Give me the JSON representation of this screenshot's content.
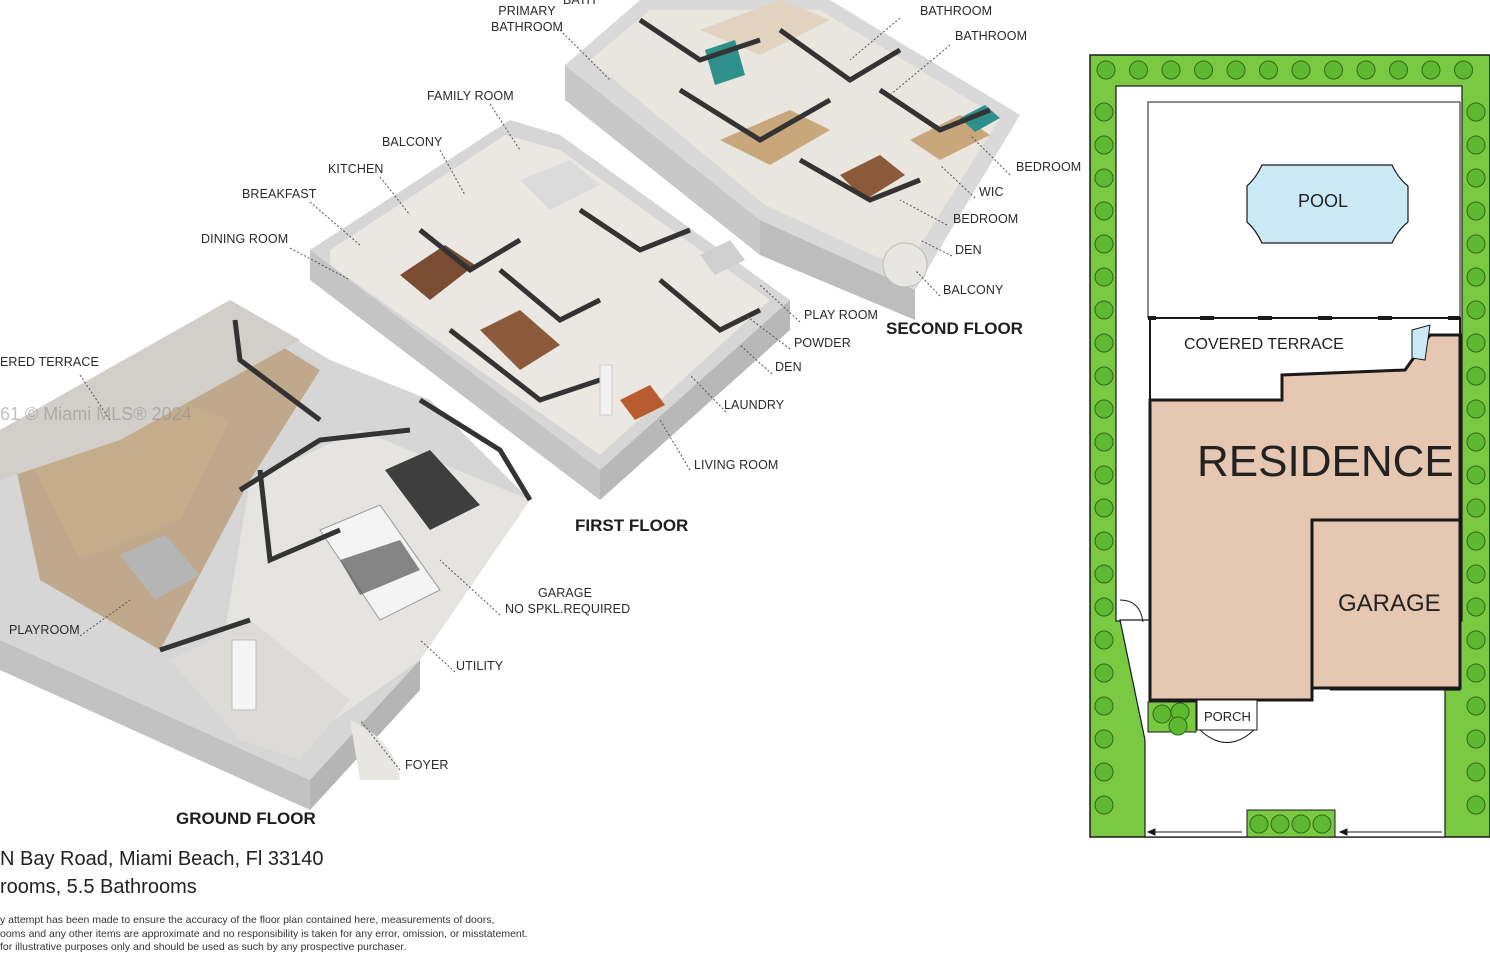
{
  "labels": {
    "bath": "BATH",
    "primary_bathroom_1": "PRIMARY",
    "primary_bathroom_2": "BATHROOM",
    "bathroom_1": "BATHROOM",
    "bathroom_2": "BATHROOM",
    "family_room": "FAMILY ROOM",
    "balcony_1": "BALCONY",
    "kitchen": "KITCHEN",
    "breakfast": "BREAKFAST",
    "dining_room": "DINING ROOM",
    "bedroom_1": "BEDROOM",
    "wic": "WIC",
    "bedroom_2": "BEDROOM",
    "den_1": "DEN",
    "balcony_2": "BALCONY",
    "play_room": "PLAY ROOM",
    "powder": "POWDER",
    "den_2": "DEN",
    "laundry": "LAUNDRY",
    "living_room": "LIVING ROOM",
    "covered_terrace": "ERED TERRACE",
    "garage_1": "GARAGE",
    "garage_2": "NO SPKL.REQUIRED",
    "playroom": "PLAYROOM",
    "utility": "UTILITY",
    "foyer": "FOYER"
  },
  "floors": {
    "second": "SECOND FLOOR",
    "first": "FIRST FLOOR",
    "ground": "GROUND FLOOR"
  },
  "watermark": "61 © Miami MLS® 2024",
  "address": {
    "line1": "N Bay Road, Miami Beach, Fl 33140",
    "line2": "rooms, 5.5 Bathrooms"
  },
  "disclaimer": {
    "line1": "y attempt has been made to ensure the accuracy of the floor plan contained here, measurements of doors,",
    "line2": "ooms and any other items are approximate and no responsibility is taken for any error, omission, or misstatement.",
    "line3": "for illustrative purposes only and should be used as such by any prospective purchaser."
  },
  "site_plan": {
    "pool": "POOL",
    "covered_terrace": "COVERED TERRACE",
    "residence": "RESIDENCE",
    "garage": "GARAGE",
    "porch": "PORCH"
  },
  "colors": {
    "lawn": "#7ac943",
    "residence": "#e6c7b2",
    "pool": "#cce9f7",
    "outline": "#1a1a1a"
  }
}
